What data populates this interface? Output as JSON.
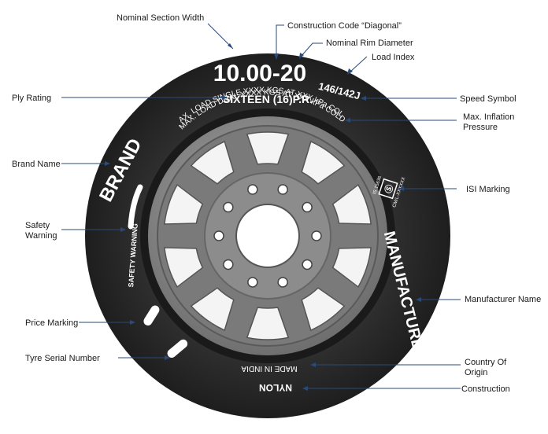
{
  "diagram": {
    "labels": {
      "nominal_section_width": "Nominal Section Width",
      "construction_code": "Construction Code “Diagonal”",
      "nominal_rim_diameter": "Nominal Rim Diameter",
      "load_index": "Load Index",
      "ply_rating": "Ply Rating",
      "speed_symbol": "Speed Symbol",
      "max_inflation_pressure_line1": "Max. Inflation",
      "max_inflation_pressure_line2": "Pressure",
      "brand_name": "Brand Name",
      "isi_marking": "ISI Marking",
      "safety_warning_line1": "Safety",
      "safety_warning_line2": "Warning",
      "manufacturer_name": "Manufacturer Name",
      "price_marking": "Price Marking",
      "tyre_serial_number": "Tyre Serial Number",
      "country_of_origin_line1": "Country Of",
      "country_of_origin_line2": "Origin",
      "construction": "Construction"
    },
    "tyre_markings": {
      "size": "10.00-20",
      "ply": "SIXTEEN (16)P.R.",
      "load_speed": "146/142J",
      "max_load_single": "MAX. LOAD SINGLE XXXX KGS AT XXX kPa COLD",
      "max_load_dual": "MAX. LOAD DUAL XXXX KGS AT XXX kPa COLD",
      "brand": "BRAND",
      "safety_warning": "SAFETY WARNING",
      "manufacturer": "MANUFACTURER",
      "made_in": "MADE IN INDIA",
      "construction": "NYLON",
      "isi_code": "IS 15636",
      "isi_licence": "CM/L-XXXXXX"
    },
    "colors": {
      "tyre": "#2b2b2b",
      "rim": "#8a8a8a",
      "leader": "#2a4a78"
    }
  }
}
